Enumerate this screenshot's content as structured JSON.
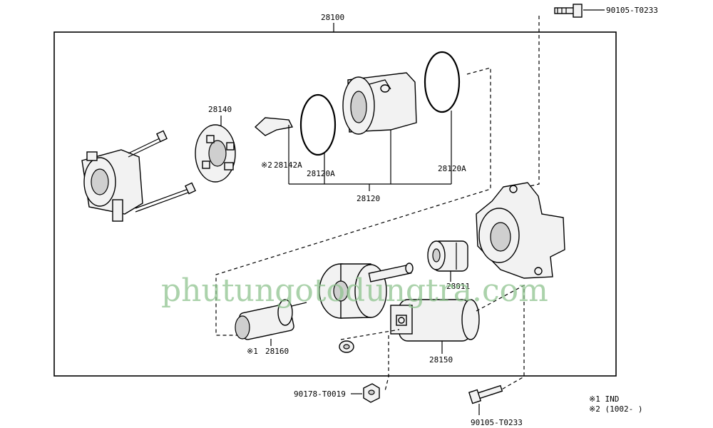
{
  "labels": {
    "assembly": "28100",
    "bolt_top": "90105-T0233",
    "brush_holder": "28140",
    "plate": "28142A",
    "plate_note_mark": "※2",
    "oring_left": "28120A",
    "oring_right": "28120A",
    "yoke": "28120",
    "clutch": "28011",
    "armature": "28160",
    "armature_note_mark": "※1",
    "solenoid": "28150",
    "nut": "90178-T0019",
    "bolt_bottom": "90105-T0233"
  },
  "notes": {
    "note1": "※1 IND",
    "note2": "※2 (1002-     )"
  },
  "watermark": "phutungotodungtra.com",
  "colors": {
    "line": "#000000",
    "watermark": "#8fc48f",
    "background": "#ffffff"
  }
}
